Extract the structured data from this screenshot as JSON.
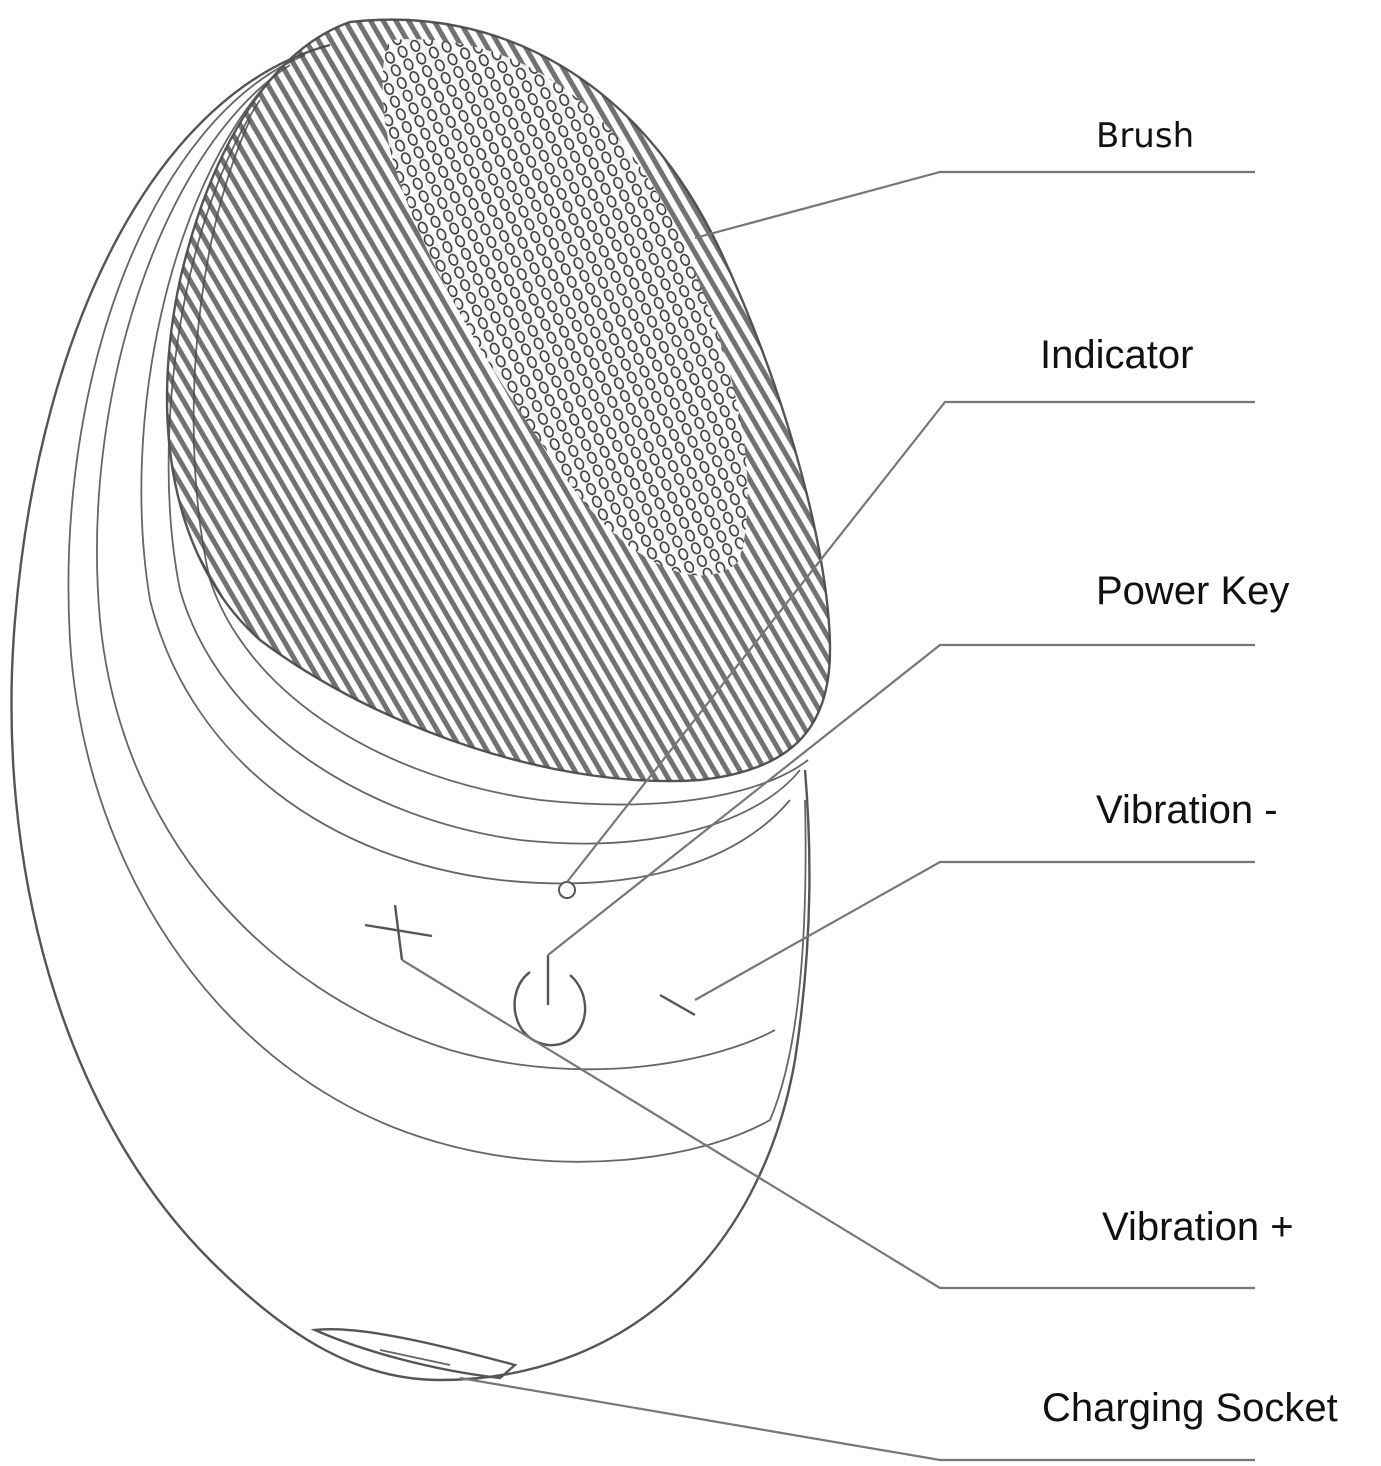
{
  "labels": {
    "brush": "Brush",
    "indicator": "Indicator",
    "power_key": "Power Key",
    "vibration_minus": "Vibration -",
    "vibration_plus": "Vibration +",
    "charging_socket": "Charging Socket"
  },
  "colors": {
    "background": "#ffffff",
    "outline": "#555555",
    "bristles": "#3a3a3a",
    "leader": "#777777",
    "text": "#111111"
  }
}
